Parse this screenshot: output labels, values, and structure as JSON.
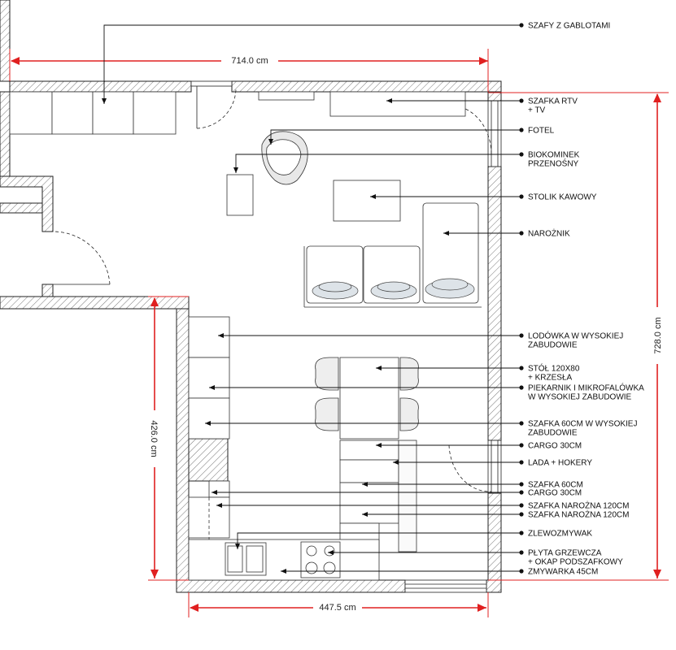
{
  "dimensions": {
    "top_width": "714.0 cm",
    "right_height": "728.0 cm",
    "left_height": "426.0 cm",
    "bottom_width": "447.5 cm"
  },
  "labels": [
    {
      "id": "szafy",
      "lines": [
        "SZAFY Z GABLOTAMI"
      ]
    },
    {
      "id": "rtv",
      "lines": [
        "SZAFKA RTV",
        "+ TV"
      ]
    },
    {
      "id": "fotel",
      "lines": [
        "FOTEL"
      ]
    },
    {
      "id": "biokominek",
      "lines": [
        "BIOKOMINEK",
        "PRZENOŚNY"
      ]
    },
    {
      "id": "stolik",
      "lines": [
        "STOLIK KAWOWY"
      ]
    },
    {
      "id": "naroznik",
      "lines": [
        "NAROŻNIK"
      ]
    },
    {
      "id": "lodowka",
      "lines": [
        "LODÓWKA W WYSOKIEJ",
        "ZABUDOWIE"
      ]
    },
    {
      "id": "stol",
      "lines": [
        "STÓŁ 120X80",
        "+ KRZESŁA"
      ]
    },
    {
      "id": "piekarnik",
      "lines": [
        "PIEKARNIK I MIKROFALÓWKA",
        "W WYSOKIEJ ZABUDOWIE"
      ]
    },
    {
      "id": "szafka60w",
      "lines": [
        "SZAFKA 60CM W WYSOKIEJ",
        "ZABUDOWIE"
      ]
    },
    {
      "id": "cargo30a",
      "lines": [
        "CARGO 30CM"
      ]
    },
    {
      "id": "lada",
      "lines": [
        "LADA + HOKERY"
      ]
    },
    {
      "id": "szafka60",
      "lines": [
        "SZAFKA 60CM"
      ]
    },
    {
      "id": "cargo30b",
      "lines": [
        "CARGO 30CM"
      ]
    },
    {
      "id": "narozna1",
      "lines": [
        "SZAFKA NAROŻNA 120CM"
      ]
    },
    {
      "id": "narozna2",
      "lines": [
        "SZAFKA NAROŻNA 120CM"
      ]
    },
    {
      "id": "zlew",
      "lines": [
        "ZLEWOZMYWAK"
      ]
    },
    {
      "id": "plyta",
      "lines": [
        "PŁYTA GRZEWCZA",
        "+ OKAP PODSZAFKOWY"
      ]
    },
    {
      "id": "zmywarka",
      "lines": [
        "ZMYWARKA 45CM"
      ]
    }
  ]
}
